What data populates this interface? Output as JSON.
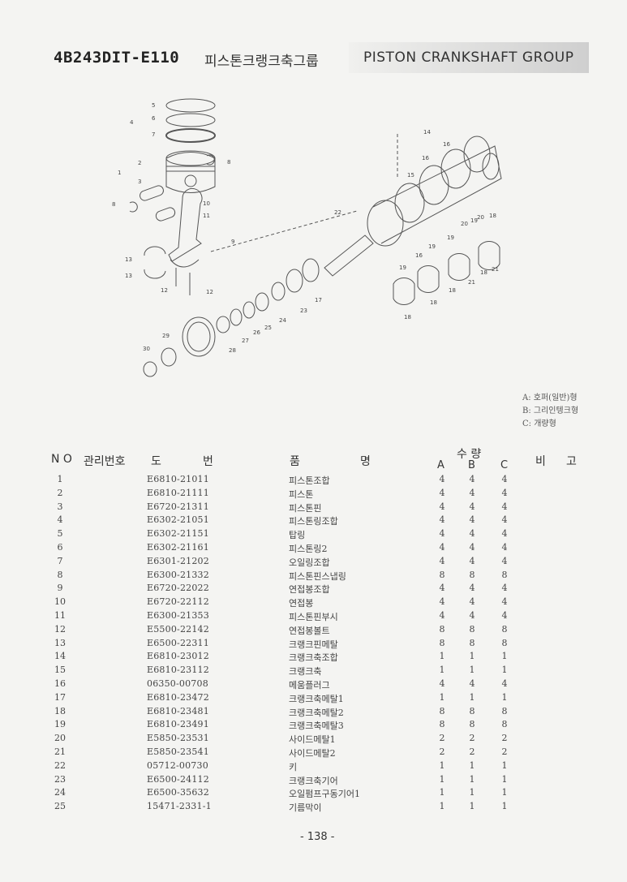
{
  "header": {
    "model": "4B243DIT-E110",
    "title_ko": "피스톤크랭크축그룹",
    "title_en": "PISTON CRANKSHAFT GROUP"
  },
  "diagram": {
    "callouts": [
      "1",
      "2",
      "3",
      "4",
      "5",
      "6",
      "7",
      "8",
      "8",
      "9",
      "10",
      "11",
      "12",
      "12",
      "13",
      "13",
      "14",
      "15",
      "16",
      "16",
      "17",
      "18",
      "18",
      "18",
      "18",
      "19",
      "19",
      "19",
      "20",
      "20",
      "20",
      "21",
      "21",
      "22",
      "23",
      "24",
      "25",
      "26",
      "27",
      "28",
      "30"
    ]
  },
  "legend": [
    "A: 호퍼(일반)형",
    "B: 그리인텡크형",
    "C: 개량형"
  ],
  "table": {
    "headers": {
      "no": "N O",
      "mgmt": "관리번호",
      "part_no_1": "도",
      "part_no_2": "번",
      "name_1": "품",
      "name_2": "명",
      "qty": "수  량",
      "qty_a": "A",
      "qty_b": "B",
      "qty_c": "C",
      "remarks_1": "비",
      "remarks_2": "고"
    },
    "rows": [
      {
        "no": "1",
        "part": "E6810-21011",
        "name": "피스톤조합",
        "a": "4",
        "b": "4",
        "c": "4"
      },
      {
        "no": "2",
        "part": "E6810-21111",
        "name": "피스톤",
        "a": "4",
        "b": "4",
        "c": "4"
      },
      {
        "no": "3",
        "part": "E6720-21311",
        "name": "피스톤핀",
        "a": "4",
        "b": "4",
        "c": "4"
      },
      {
        "no": "4",
        "part": "E6302-21051",
        "name": "피스톤링조합",
        "a": "4",
        "b": "4",
        "c": "4"
      },
      {
        "no": "5",
        "part": "E6302-21151",
        "name": "탑링",
        "a": "4",
        "b": "4",
        "c": "4"
      },
      {
        "no": "6",
        "part": "E6302-21161",
        "name": "피스톤링2",
        "a": "4",
        "b": "4",
        "c": "4"
      },
      {
        "no": "7",
        "part": "E6301-21202",
        "name": "오일링조합",
        "a": "4",
        "b": "4",
        "c": "4"
      },
      {
        "no": "8",
        "part": "E6300-21332",
        "name": "피스톤핀스냅링",
        "a": "8",
        "b": "8",
        "c": "8"
      },
      {
        "no": "9",
        "part": "E6720-22022",
        "name": "연접봉조합",
        "a": "4",
        "b": "4",
        "c": "4"
      },
      {
        "no": "10",
        "part": "E6720-22112",
        "name": "연접봉",
        "a": "4",
        "b": "4",
        "c": "4"
      },
      {
        "no": "11",
        "part": "E6300-21353",
        "name": "피스톤핀부시",
        "a": "4",
        "b": "4",
        "c": "4"
      },
      {
        "no": "12",
        "part": "E5500-22142",
        "name": "연접봉볼트",
        "a": "8",
        "b": "8",
        "c": "8"
      },
      {
        "no": "13",
        "part": "E6500-22311",
        "name": "크랭크핀메탈",
        "a": "8",
        "b": "8",
        "c": "8"
      },
      {
        "no": "14",
        "part": "E6810-23012",
        "name": "크랭크축조합",
        "a": "1",
        "b": "1",
        "c": "1"
      },
      {
        "no": "15",
        "part": "E6810-23112",
        "name": "크랭크축",
        "a": "1",
        "b": "1",
        "c": "1"
      },
      {
        "no": "16",
        "part": "06350-00708",
        "name": "메움플러그",
        "a": "4",
        "b": "4",
        "c": "4"
      },
      {
        "no": "17",
        "part": "E6810-23472",
        "name": "크랭크축메탈1",
        "a": "1",
        "b": "1",
        "c": "1"
      },
      {
        "no": "18",
        "part": "E6810-23481",
        "name": "크랭크축메탈2",
        "a": "8",
        "b": "8",
        "c": "8"
      },
      {
        "no": "19",
        "part": "E6810-23491",
        "name": "크랭크축메탈3",
        "a": "8",
        "b": "8",
        "c": "8"
      },
      {
        "no": "20",
        "part": "E5850-23531",
        "name": "사이드메탈1",
        "a": "2",
        "b": "2",
        "c": "2"
      },
      {
        "no": "21",
        "part": "E5850-23541",
        "name": "사이드메탈2",
        "a": "2",
        "b": "2",
        "c": "2"
      },
      {
        "no": "22",
        "part": "05712-00730",
        "name": "키",
        "a": "1",
        "b": "1",
        "c": "1"
      },
      {
        "no": "23",
        "part": "E6500-24112",
        "name": "크랭크축기어",
        "a": "1",
        "b": "1",
        "c": "1"
      },
      {
        "no": "24",
        "part": "E6500-35632",
        "name": "오일펌프구동기어1",
        "a": "1",
        "b": "1",
        "c": "1"
      },
      {
        "no": "25",
        "part": "15471-2331-1",
        "name": "기름막이",
        "a": "1",
        "b": "1",
        "c": "1"
      }
    ]
  },
  "footer": {
    "page": "- 138 -"
  }
}
